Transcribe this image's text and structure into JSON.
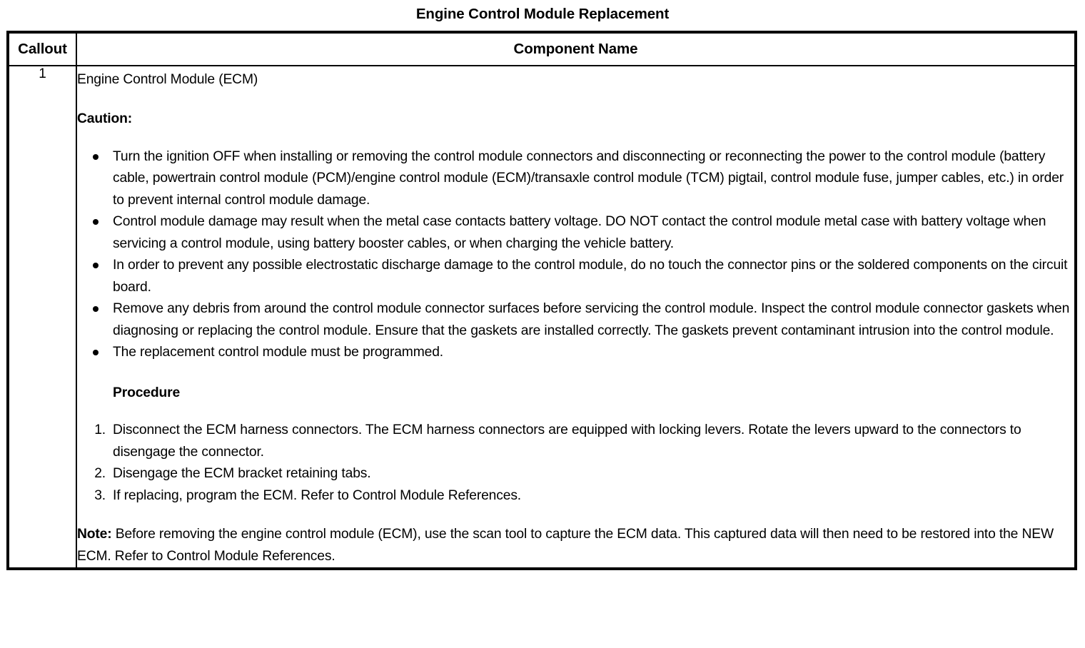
{
  "document": {
    "title": "Engine Control Module Replacement"
  },
  "table": {
    "headers": {
      "callout": "Callout",
      "component_name": "Component Name"
    },
    "rows": [
      {
        "callout": "1",
        "component_title": "Engine Control Module (ECM)",
        "caution_label": "Caution:",
        "caution_bullets": [
          "Turn the ignition OFF when installing or removing the control module connectors and disconnecting or reconnecting the power to the control module (battery cable, powertrain control module (PCM)/engine control module (ECM)/transaxle control module (TCM) pigtail, control module fuse, jumper cables, etc.) in order to prevent internal control module damage.",
          "Control module damage may result when the metal case contacts battery voltage. DO NOT contact the control module metal case with battery voltage when servicing a control module, using battery booster cables, or when charging the vehicle battery.",
          "In order to prevent any possible electrostatic discharge damage to the control module, do no touch the connector pins or the soldered components on the circuit board.",
          "Remove any debris from around the control module connector surfaces before servicing the control module. Inspect the control module connector gaskets when diagnosing or replacing the control module. Ensure that the gaskets are installed correctly. The gaskets prevent contaminant intrusion into the control module.",
          "The replacement control module must be programmed."
        ],
        "procedure_label": "Procedure",
        "procedure_steps": [
          {
            "number": "1.",
            "text": "Disconnect the ECM harness connectors. The ECM harness connectors are equipped with locking levers. Rotate the levers upward to the connectors to disengage the connector."
          },
          {
            "number": "2.",
            "text": "Disengage the ECM bracket retaining tabs."
          },
          {
            "number": "3.",
            "text": "If replacing, program the ECM. Refer to Control Module References."
          }
        ],
        "note_label": "Note:",
        "note_text": " Before removing the engine control module (ECM), use the scan tool to capture the ECM data. This captured data will then need to be restored into the NEW ECM. Refer to Control Module References."
      }
    ]
  },
  "colors": {
    "ink": "#000000",
    "paper": "#ffffff"
  }
}
